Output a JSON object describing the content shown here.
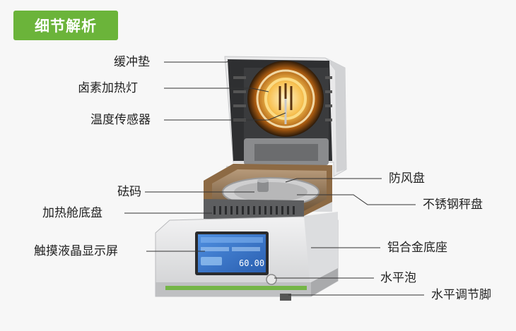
{
  "header": {
    "title": "细节解析"
  },
  "labels": {
    "cushion": "缓冲垫",
    "halogen_lamp": "卤素加热灯",
    "temp_sensor": "温度传感器",
    "weight": "砝码",
    "chamber_tray": "加热舱底盘",
    "touch_lcd": "触摸液晶显示屏",
    "windshield": "防风盘",
    "steel_pan": "不锈钢秤盘",
    "alu_base": "铝合金底座",
    "level_bubble": "水平泡",
    "leveling_feet": "水平调节脚"
  },
  "screen": {
    "value": "60.00"
  },
  "colors": {
    "accent": "#6bb43a",
    "glow": "#f4b040",
    "screen": "#3b78c9"
  }
}
